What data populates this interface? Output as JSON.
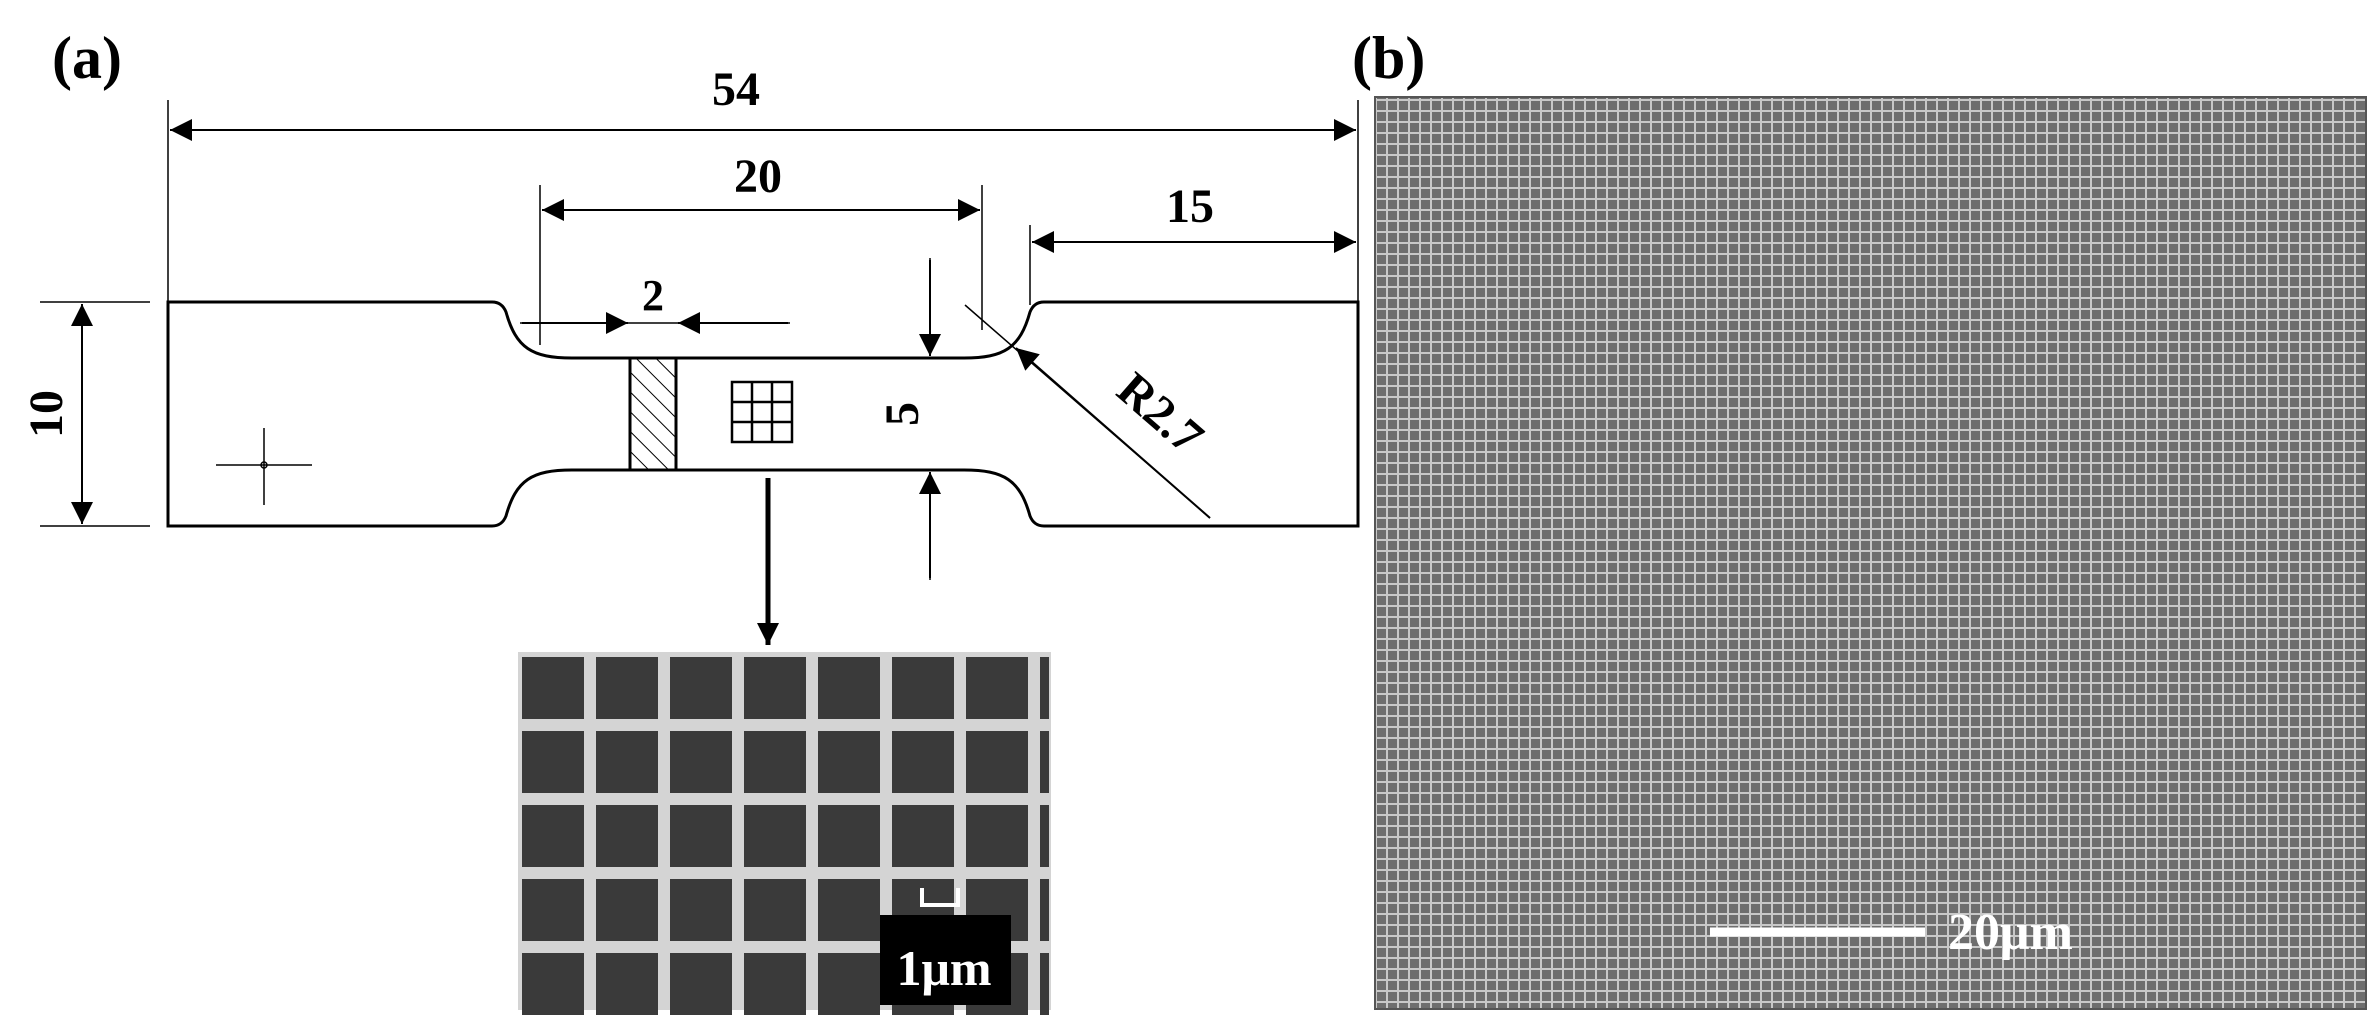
{
  "panels": {
    "a": {
      "label": "(a)"
    },
    "b": {
      "label": "(b)"
    }
  },
  "dimensions": {
    "overall_length": "54",
    "gauge_length": "20",
    "grip_length": "15",
    "strip_width": "2",
    "width": "10",
    "gauge_width": "5",
    "radius": "R2.7"
  },
  "scale_bars": {
    "inset": "1μm",
    "sem": "20μm"
  },
  "colors": {
    "line": "#000000",
    "sem_background": "#6e6e6e",
    "sem_grid": "#c8c8c8",
    "inset_square": "#3a3a3a",
    "inset_background": "#d4d4d4"
  }
}
